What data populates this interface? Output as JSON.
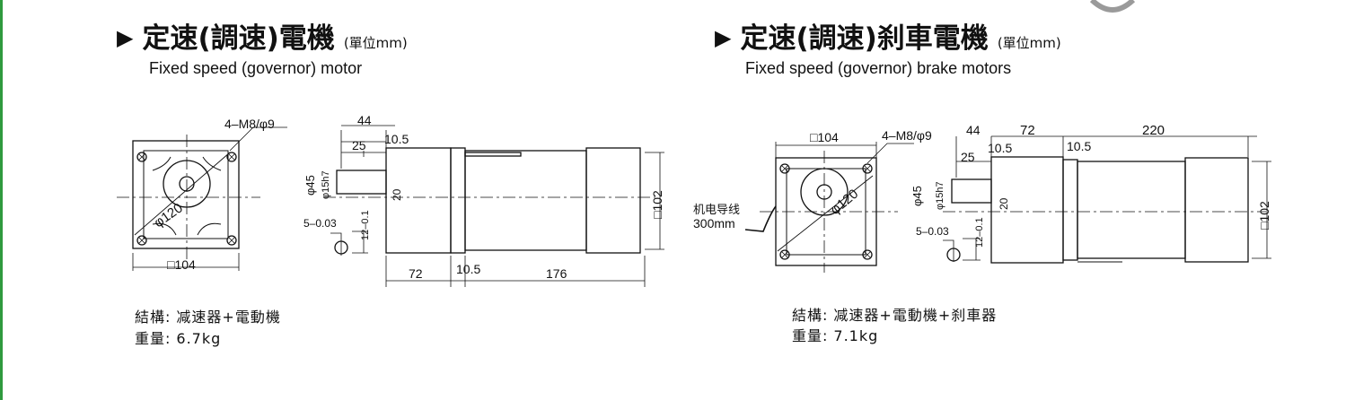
{
  "left": {
    "title": "定速(調速)電機",
    "unit": "(單位mm)",
    "subtitle": "Fixed speed (governor) motor",
    "drawing": {
      "bolt_note": "4–M8/φ9",
      "flange_diameter": "φ120",
      "square": "□104",
      "dim_44": "44",
      "dim_25": "25",
      "dim_10_5": "10.5",
      "shaft_dia": "φ45",
      "shaft_fit": "φ15h7",
      "dim_20": "20",
      "key_width": "5–0.03",
      "key_height": "12–0.1",
      "height": "□102",
      "len_72": "72",
      "len_10_5": "10.5",
      "len_176": "176"
    },
    "structure_label": "結構:",
    "structure_value": "减速器+電動機",
    "weight_label": "重量:",
    "weight_value": "6.7kg"
  },
  "right": {
    "title": "定速(調速)刹車電機",
    "unit": "(單位mm)",
    "subtitle": "Fixed speed (governor) brake motors",
    "drawing": {
      "square": "□104",
      "bolt_note": "4–M8/φ9",
      "flange_diameter": "φ120",
      "lead_wire": "机电导线",
      "lead_length": "300mm",
      "dim_44": "44",
      "dim_72": "72",
      "dim_220": "220",
      "dim_25": "25",
      "dim_10_5_a": "10.5",
      "dim_10_5_b": "10.5",
      "shaft_dia": "φ45",
      "shaft_fit": "φ15h7",
      "dim_20": "20",
      "key_width": "5–0.03",
      "key_height": "12–0.1",
      "height": "□102"
    },
    "structure_label": "結構:",
    "structure_value": "减速器+電動機+刹車器",
    "weight_label": "重量:",
    "weight_value": "7.1kg"
  }
}
